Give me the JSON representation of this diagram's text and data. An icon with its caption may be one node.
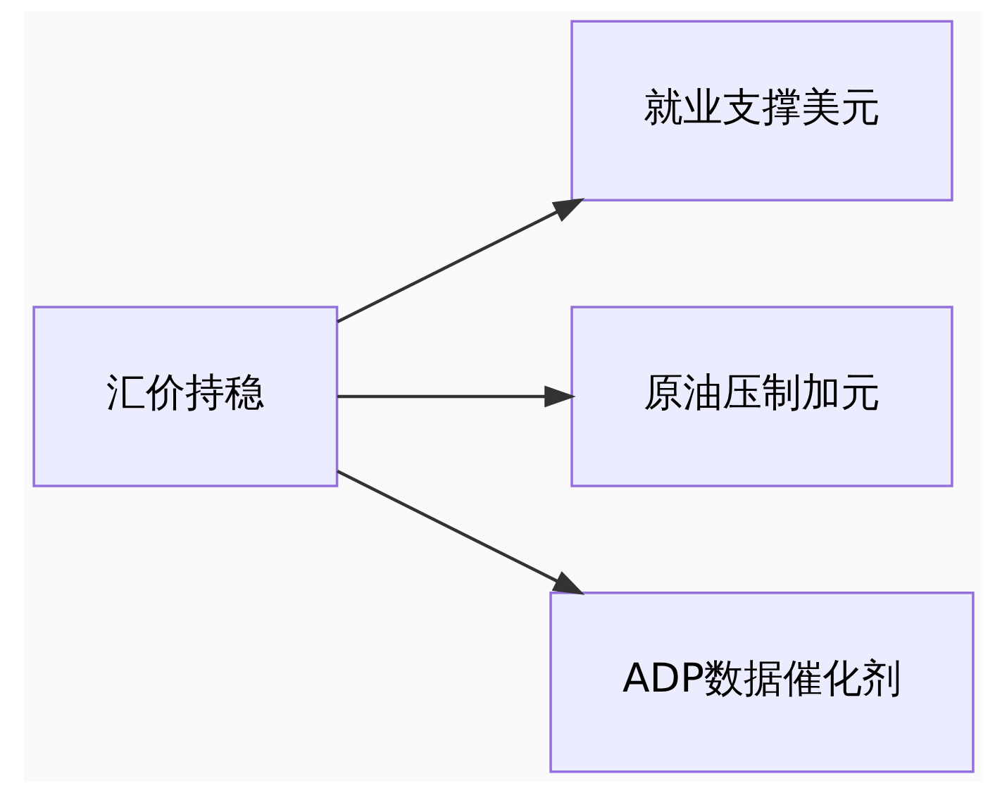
{
  "diagram": {
    "nodes": [
      {
        "text": [
          "汇价持稳"
        ]
      },
      {
        "text": [
          "就业支撑美元"
        ]
      },
      {
        "text": [
          "原油压制加元"
        ]
      },
      {
        "text": [
          "ADP数据催化剂"
        ]
      }
    ],
    "edges": [
      {
        "from": 0,
        "to": 1,
        "arrow": "to"
      },
      {
        "from": 0,
        "to": 2,
        "arrow": "to"
      },
      {
        "from": 0,
        "to": 3,
        "arrow": "to"
      }
    ]
  }
}
